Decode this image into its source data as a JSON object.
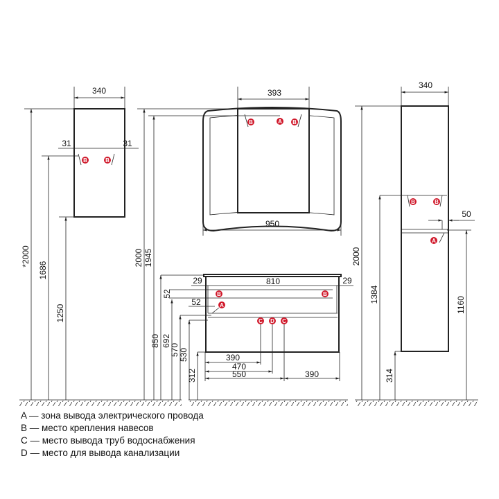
{
  "dims": {
    "left": {
      "w": "340",
      "s1": "31",
      "s2": "31",
      "h_total": "*2000",
      "h_mount": "1686",
      "h_bottom": "1250"
    },
    "mirror": {
      "door": "393",
      "w": "950",
      "h_total": "2000",
      "h_top": "1945"
    },
    "vanity": {
      "side_l": "29",
      "inner": "810",
      "side_r": "29",
      "b_gap": "52",
      "a_gap": "52",
      "c1": "390",
      "d": "470",
      "c2": "550",
      "c3": "390",
      "h850": "850",
      "h692": "692",
      "h570": "570",
      "h530": "530",
      "h312": "312"
    },
    "right": {
      "w": "340",
      "off": "50",
      "h_total": "2000",
      "h_mount": "1384",
      "h_a": "1160",
      "h_bottom": "314"
    }
  },
  "markers": {
    "a": "A",
    "b": "B",
    "c": "C",
    "d": "D"
  },
  "legend": [
    "A — зона вывода электрического провода",
    "B — место крепления навесов",
    "C — место вывода труб водоснабжения",
    "D — место для вывода канализации"
  ]
}
